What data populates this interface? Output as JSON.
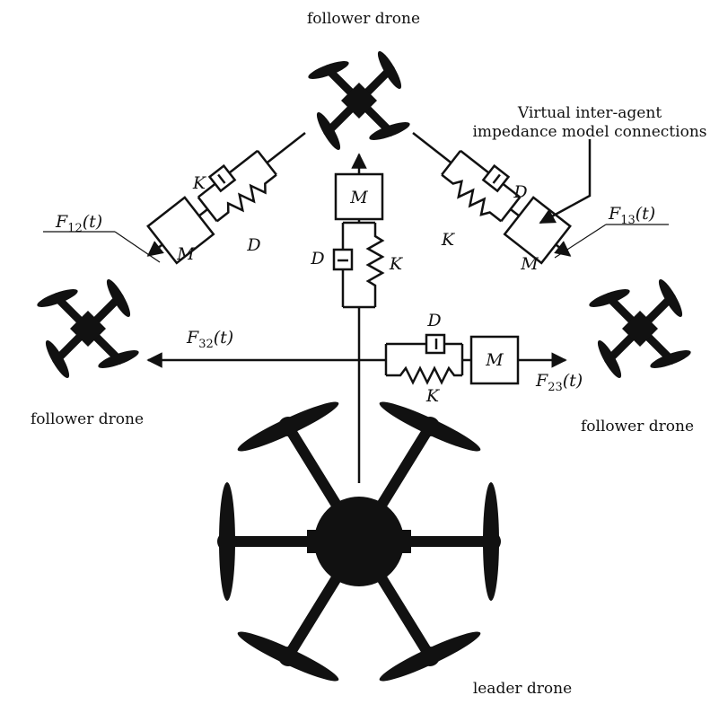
{
  "labels": {
    "top_follower": "follower drone",
    "left_follower": "follower drone",
    "right_follower": "follower drone",
    "leader": "leader drone",
    "annotation_line1": "Virtual inter-agent",
    "annotation_line2": "impedance model connections"
  },
  "symbols": {
    "mass": "M",
    "damper": "D",
    "spring": "K"
  },
  "forces": {
    "f12": {
      "base": "F",
      "sub": "12",
      "arg": "(t)"
    },
    "f13": {
      "base": "F",
      "sub": "13",
      "arg": "(t)"
    },
    "f32": {
      "base": "F",
      "sub": "32",
      "arg": "(t)"
    },
    "f23": {
      "base": "F",
      "sub": "23",
      "arg": "(t)"
    }
  },
  "colors": {
    "ink": "#111111",
    "background": "#ffffff"
  }
}
